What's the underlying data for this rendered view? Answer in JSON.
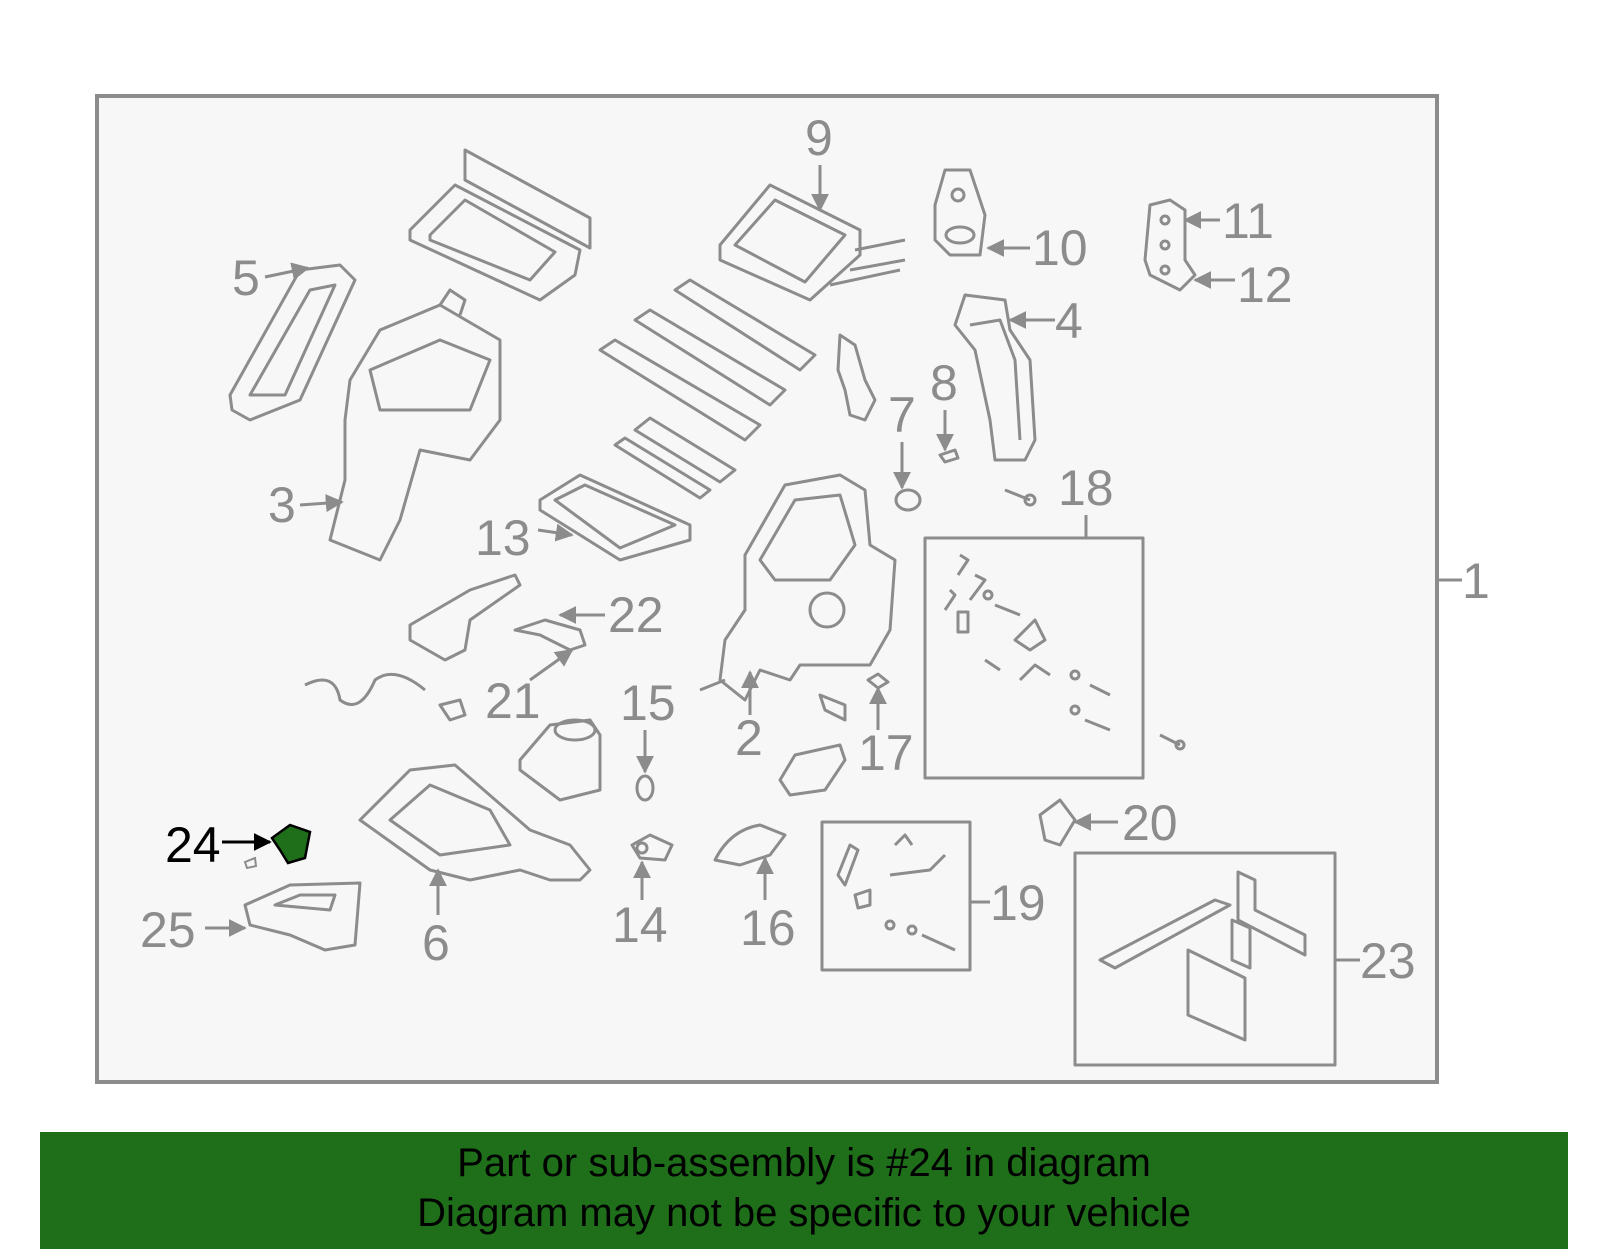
{
  "callouts": [
    {
      "id": "1",
      "label": "1"
    },
    {
      "id": "2",
      "label": "2"
    },
    {
      "id": "3",
      "label": "3"
    },
    {
      "id": "4",
      "label": "4"
    },
    {
      "id": "5",
      "label": "5"
    },
    {
      "id": "6",
      "label": "6"
    },
    {
      "id": "7",
      "label": "7"
    },
    {
      "id": "8",
      "label": "8"
    },
    {
      "id": "9",
      "label": "9"
    },
    {
      "id": "10",
      "label": "10"
    },
    {
      "id": "11",
      "label": "11"
    },
    {
      "id": "12",
      "label": "12"
    },
    {
      "id": "13",
      "label": "13"
    },
    {
      "id": "14",
      "label": "14"
    },
    {
      "id": "15",
      "label": "15"
    },
    {
      "id": "16",
      "label": "16"
    },
    {
      "id": "17",
      "label": "17"
    },
    {
      "id": "18",
      "label": "18"
    },
    {
      "id": "19",
      "label": "19"
    },
    {
      "id": "20",
      "label": "20"
    },
    {
      "id": "21",
      "label": "21"
    },
    {
      "id": "22",
      "label": "22"
    },
    {
      "id": "23",
      "label": "23"
    },
    {
      "id": "24",
      "label": "24"
    },
    {
      "id": "25",
      "label": "25"
    }
  ],
  "highlighted_part": "24",
  "colors": {
    "line": "#8c8c8c",
    "label": "#8c8c8c",
    "highlight_label": "#000000",
    "highlight_fill": "#1e6e1a",
    "panel_bg": "#f7f7f7",
    "banner_bg": "#1e6e1a"
  },
  "banner": {
    "line1": "Part or sub-assembly is #24 in diagram",
    "line2": "Diagram may not be specific to your vehicle"
  }
}
